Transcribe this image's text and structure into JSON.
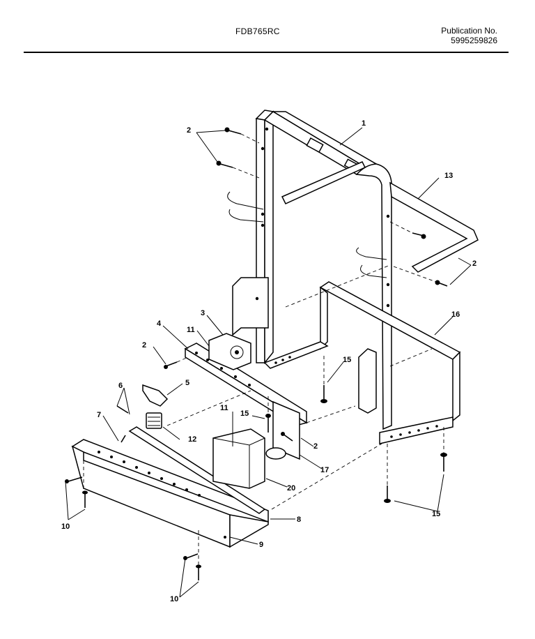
{
  "header": {
    "model": "FDB765RC",
    "publication_label": "Publication No.",
    "publication_number": "5995259826"
  },
  "callouts": {
    "c1": "1",
    "c2a": "2",
    "c2b": "2",
    "c2c": "2",
    "c2d": "2",
    "c3": "3",
    "c4": "4",
    "c5": "5",
    "c6": "6",
    "c7": "7",
    "c8": "8",
    "c9": "9",
    "c10a": "10",
    "c10b": "10",
    "c11a": "11",
    "c11b": "11",
    "c12": "12",
    "c13": "13",
    "c15a": "15",
    "c15b": "15",
    "c15c": "15",
    "c16": "16",
    "c17": "17",
    "c20": "20"
  }
}
